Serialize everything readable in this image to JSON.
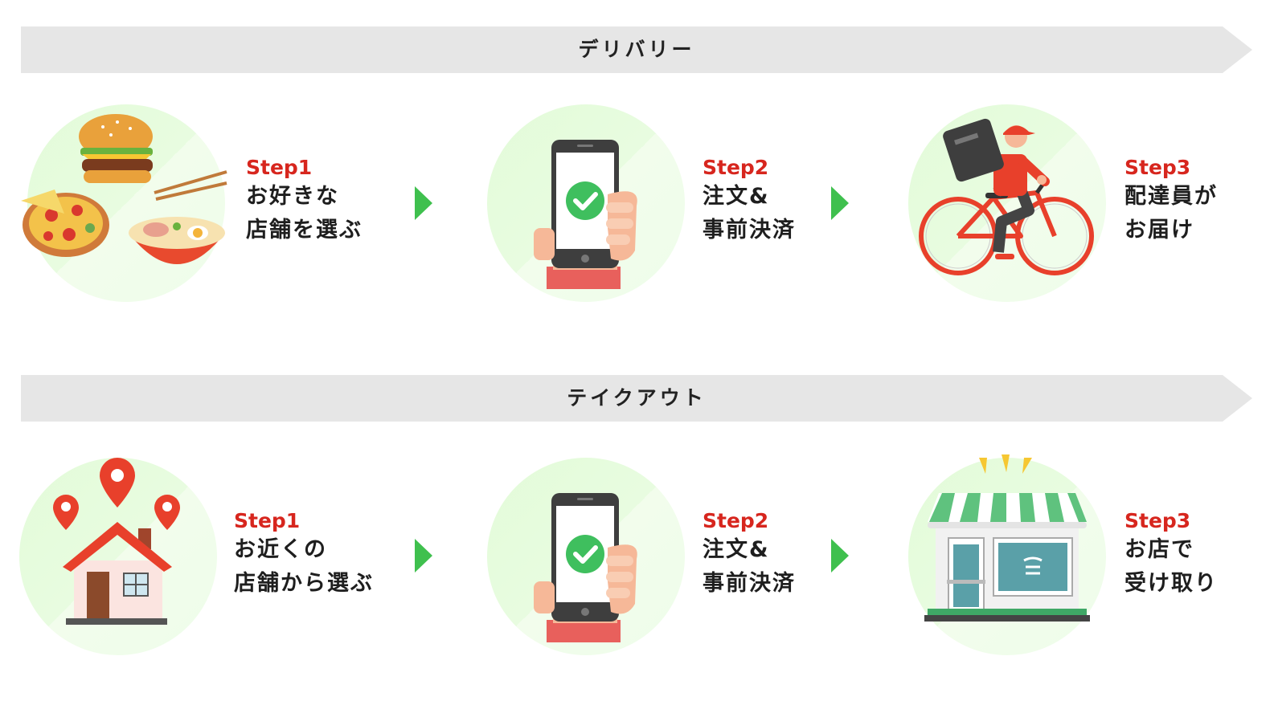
{
  "sections": [
    {
      "title": "デリバリー",
      "steps": [
        {
          "label": "Step1",
          "lines": [
            "お好きな",
            "店舗を選ぶ"
          ],
          "icon": "food-icon"
        },
        {
          "label": "Step2",
          "lines": [
            "注文&",
            "事前決済"
          ],
          "icon": "smartphone-check-icon"
        },
        {
          "label": "Step3",
          "lines": [
            "配達員が",
            "お届け"
          ],
          "icon": "delivery-bicycle-icon"
        }
      ]
    },
    {
      "title": "テイクアウト",
      "steps": [
        {
          "label": "Step1",
          "lines": [
            "お近くの",
            "店舗から選ぶ"
          ],
          "icon": "house-location-icon"
        },
        {
          "label": "Step2",
          "lines": [
            "注文&",
            "事前決済"
          ],
          "icon": "smartphone-check-icon"
        },
        {
          "label": "Step3",
          "lines": [
            "お店で",
            "受け取り"
          ],
          "icon": "storefront-icon"
        }
      ]
    }
  ],
  "colors": {
    "banner": "#e6e6e6",
    "step_label": "#d7261e",
    "arrow": "#3fc04e",
    "circle": "#e6fcdc"
  }
}
